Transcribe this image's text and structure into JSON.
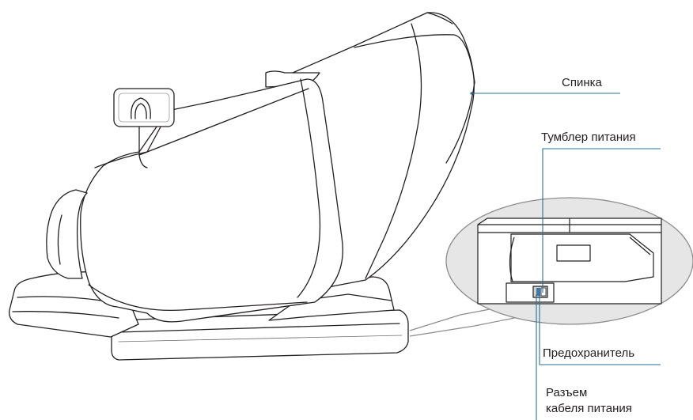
{
  "labels": {
    "backrest": "Спинка",
    "power_switch": "Тумблер питания",
    "fuse": "Предохранитель",
    "power_connector_line1": "Разъем",
    "power_connector_line2": "кабеля питания"
  },
  "colors": {
    "outline": "#231f20",
    "leader": "#2a6f97",
    "callout_fill": "#e6e6e6",
    "callout_stroke": "#8c8c8c"
  }
}
